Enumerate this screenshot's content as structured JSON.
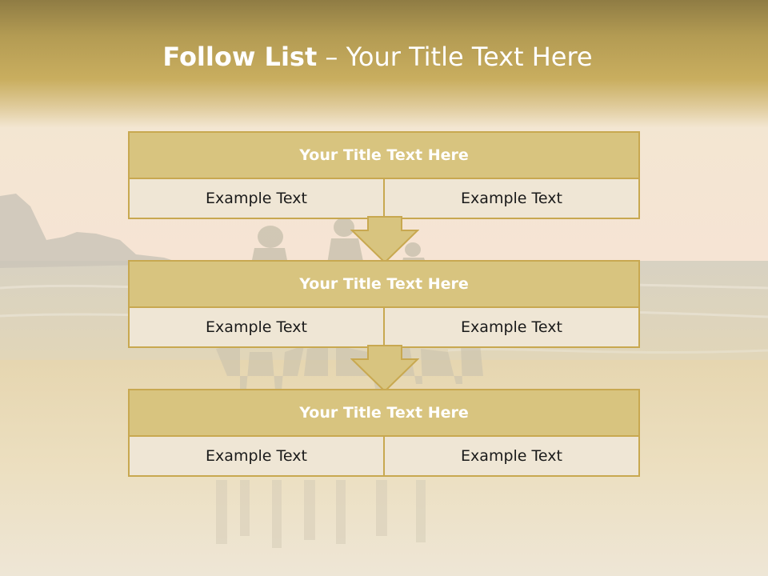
{
  "slide": {
    "title_bold": "Follow List",
    "title_rest": " – Your Title Text Here"
  },
  "steps": [
    {
      "title": "Your Title Text Here",
      "left": "Example Text",
      "right": "Example Text"
    },
    {
      "title": "Your Title Text Here",
      "left": "Example Text",
      "right": "Example Text"
    },
    {
      "title": "Your Title Text Here",
      "left": "Example Text",
      "right": "Example Text"
    }
  ],
  "colors": {
    "accent": "#c8a850",
    "header_fill": "#d8c47f",
    "cell_fill": "#efe6d5"
  }
}
